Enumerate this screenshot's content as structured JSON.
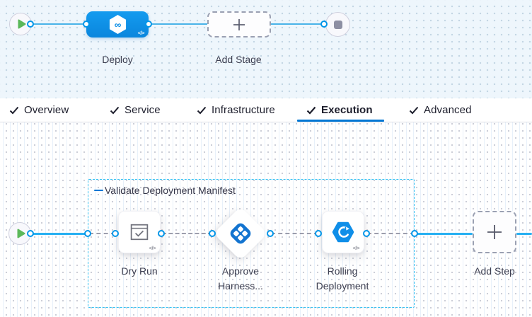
{
  "stage_pipeline": {
    "start_node": "pipeline-start",
    "end_node": "pipeline-end",
    "stages": [
      {
        "name": "Deploy",
        "icon": "harness-cd-icon",
        "has_code_badge": true
      }
    ],
    "add_stage": {
      "label": "Add Stage"
    },
    "code_badge": "</>"
  },
  "tabs": [
    {
      "label": "Overview",
      "checked": true,
      "active": false
    },
    {
      "label": "Service",
      "checked": true,
      "active": false
    },
    {
      "label": "Infrastructure",
      "checked": true,
      "active": false
    },
    {
      "label": "Execution",
      "checked": true,
      "active": true
    },
    {
      "label": "Advanced",
      "checked": true,
      "active": false
    }
  ],
  "execution": {
    "step_group": {
      "label": "Validate Deployment Manifest"
    },
    "steps": [
      {
        "name": "Dry Run",
        "line1": "Dry Run",
        "line2": "",
        "icon": "dry-run-icon",
        "shape": "square"
      },
      {
        "name": "Approve Harness...",
        "line1": "Approve",
        "line2": "Harness...",
        "icon": "harness-approval-icon",
        "shape": "diamond"
      },
      {
        "name": "Rolling Deployment",
        "line1": "Rolling",
        "line2": "Deployment",
        "icon": "rolling-deployment-icon",
        "shape": "square"
      }
    ],
    "add_step": {
      "label": "Add Step"
    },
    "code_badge": "</>"
  },
  "colors": {
    "accent_blue": "#0277d4",
    "stage_node_blue": "#0b8ee6",
    "port_blue": "#0095e8",
    "connector_blue": "#27b0f2",
    "group_border_cyan": "#35c1f2",
    "play_green": "#5cb85a",
    "stop_gray": "#8d8fa3"
  }
}
